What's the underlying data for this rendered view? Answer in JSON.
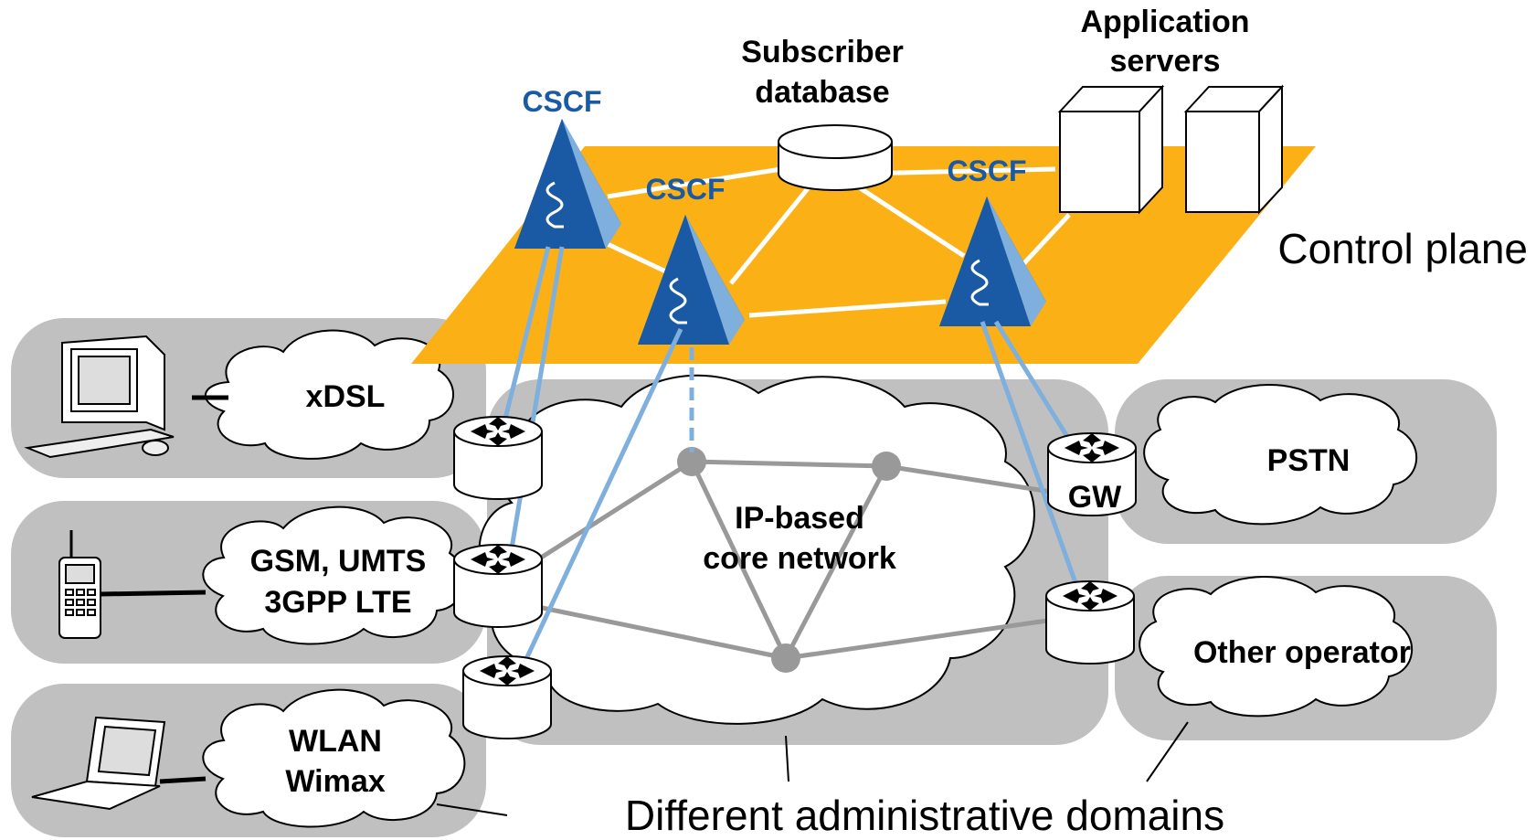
{
  "labels": {
    "cscf_1": "CSCF",
    "cscf_2": "CSCF",
    "cscf_3": "CSCF",
    "subscriber_db_line1": "Subscriber",
    "subscriber_db_line2": "database",
    "app_servers_line1": "Application",
    "app_servers_line2": "servers",
    "control_plane": "Control plane",
    "xdsl": "xDSL",
    "gsm_line1": "GSM, UMTS",
    "gsm_line2": "3GPP LTE",
    "wlan_line1": "WLAN",
    "wlan_line2": "Wimax",
    "core_line1": "IP-based",
    "core_line2": "core network",
    "pstn": "PSTN",
    "gw": "GW",
    "other_operator": "Other operator",
    "domains": "Different administrative domains"
  },
  "colors": {
    "control_plane": "#fbb116",
    "domain_box": "#c0c0c0",
    "cscf_dark": "#1a5aa5",
    "cscf_light": "#7fafdc",
    "signal_line": "#7fafdc",
    "core_link": "#999999"
  }
}
